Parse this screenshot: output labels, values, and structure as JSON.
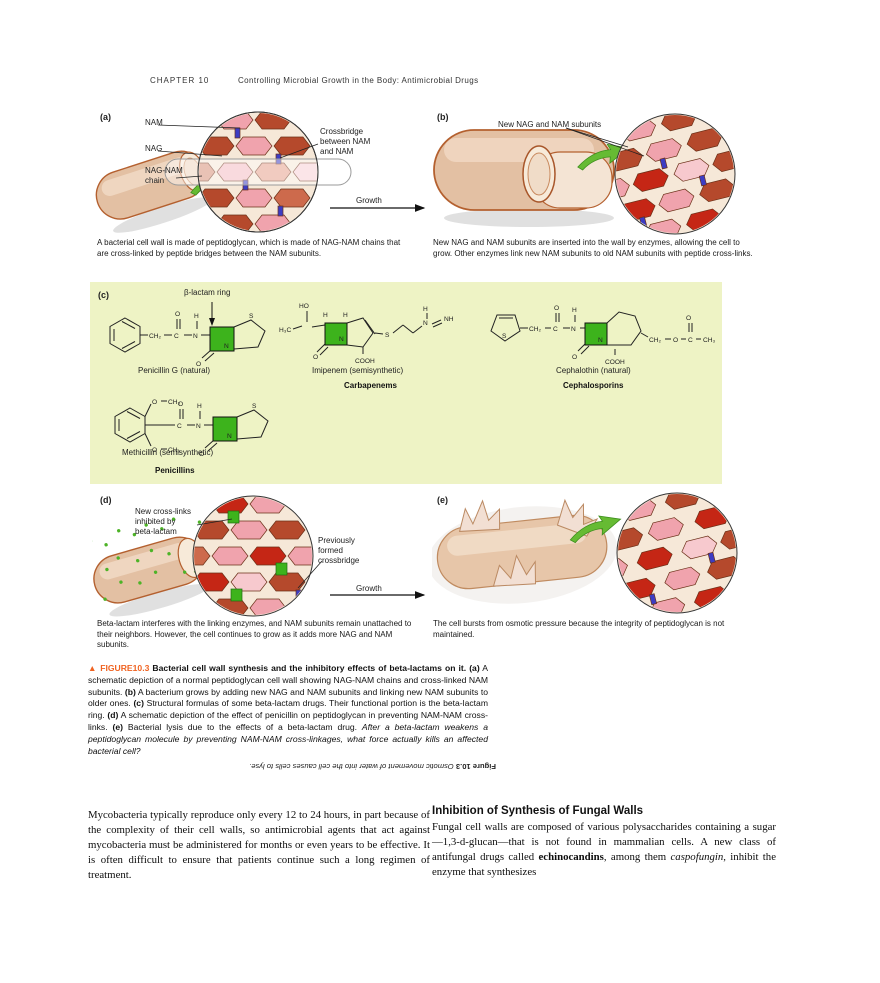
{
  "colors": {
    "accent_orange": "#f06321",
    "panel_c_bg": "#eef3c5",
    "beta_lactam_green": "#3db31c",
    "crossbridge_blue": "#3c3cc4",
    "hex_dark": "#b5492c",
    "hex_red": "#c52615",
    "hex_pink": "#f0a3ad",
    "hex_light_pink": "#f7c9ce",
    "cell_tan": "#e3c0a3",
    "arrow_green": "#66bb33"
  },
  "header": {
    "chapter": "CHAPTER 10",
    "title": "Controlling Microbial Growth in the Body: Antimicrobial Drugs"
  },
  "panel_a": {
    "tag": "(a)",
    "nam": "NAM",
    "nag": "NAG",
    "chain_l1": "NAG-NAM",
    "chain_l2": "chain",
    "crossbridge_l1": "Crossbridge",
    "crossbridge_l2": "between NAM",
    "crossbridge_l3": "and NAM",
    "growth": "Growth",
    "caption": "A bacterial cell wall is made of peptidoglycan, which is made of NAG-NAM chains that are cross-linked by peptide bridges between the NAM subunits."
  },
  "panel_b": {
    "tag": "(b)",
    "new_subunits": "New NAG and NAM subunits",
    "caption": "New NAG and NAM subunits are inserted into the wall by enzymes, allowing the cell to grow. Other enzymes link new NAM subunits to old NAM subunits with peptide cross-links."
  },
  "panel_c": {
    "tag": "(c)",
    "beta_lactam": "β-lactam ring",
    "penicillin_g": {
      "name": "Penicillin G (natural)"
    },
    "imipenem": {
      "name": "Imipenem (semisynthetic)",
      "class_label": "Carbapenems"
    },
    "cephalothin": {
      "name": "Cephalothin (natural)",
      "class_label": "Cephalosporins"
    },
    "methicillin": {
      "name": "Methicillin (semisynthetic)",
      "class_label": "Penicillins"
    },
    "atoms": {
      "pen": {
        "ch2": "CH₂",
        "c": "C",
        "o1": "O",
        "n": "N",
        "h": "H",
        "o2": "O",
        "nring": "N",
        "s": "S"
      },
      "imi": {
        "ho": "HO",
        "h3c": "H₃C",
        "h1": "H",
        "h2": "H",
        "o1": "O",
        "nring": "N",
        "cooh": "COOH",
        "s": "S",
        "h": "H",
        "n": "N",
        "nh": "NH"
      },
      "ceph": {
        "s1": "S",
        "ch2": "CH₂",
        "c": "C",
        "o1": "O",
        "h": "H",
        "n": "N",
        "o2": "O",
        "nring": "N",
        "cooh": "COOH",
        "ch2b": "CH₂",
        "o3": "O",
        "c2": "C",
        "o4": "O",
        "ch3": "CH₃"
      },
      "met": {
        "o1": "O",
        "ch3a": "CH₃",
        "o2": "O",
        "ch3b": "CH₃",
        "c": "C",
        "o3": "O",
        "h": "H",
        "n": "N",
        "o4": "O",
        "nring": "N",
        "s": "S"
      }
    }
  },
  "panel_d": {
    "tag": "(d)",
    "newcl_l1": "New cross-links",
    "newcl_l2": "inhibited by",
    "newcl_l3": "beta-lactam",
    "prev_l1": "Previously",
    "prev_l2": "formed",
    "prev_l3": "crossbridge",
    "growth": "Growth",
    "caption": "Beta-lactam interferes with the linking enzymes, and NAM subunits remain unattached to their neighbors. However, the cell continues to grow as it adds more NAG and NAM subunits."
  },
  "panel_e": {
    "tag": "(e)",
    "caption": "The cell bursts from osmotic pressure because the integrity of peptidoglycan is not maintained."
  },
  "figure_caption": {
    "marker": "▲ FIGURE10.3",
    "title": " Bacterial cell wall synthesis and the inhibitory effects of beta-lactams on it. ",
    "b1": "(a)",
    "t1": " A schematic depiction of a normal peptidoglycan cell wall showing NAG-NAM chains and cross-linked NAM subunits. ",
    "b2": "(b)",
    "t2": " A bacterium grows by adding new NAG and NAM subunits and linking new NAM subunits to older ones. ",
    "b3": "(c)",
    "t3": " Structural formulas of some beta-lactam drugs. Their functional portion is the beta-lactam ring. ",
    "b4": "(d)",
    "t4": " A schematic depiction of the effect of penicillin on peptidoglycan in preventing NAM-NAM cross-links. ",
    "b5": "(e)",
    "t5": " Bacterial lysis due to the effects of a beta-lactam drug. ",
    "question": "After a beta-lactam weakens a peptidoglycan molecule by preventing NAM-NAM cross-linkages, what force actually kills an affected bacterial cell?"
  },
  "answer_line": {
    "figure": "Figure 10.3",
    "text": " Osmotic movement of water into the cell causes cells to lyse."
  },
  "body": {
    "left_paragraph": "Mycobacteria typically reproduce only every 12 to 24 hours, in part because of the complexity of their cell walls, so antimicrobial agents that act against mycobacteria must be administered for months or even years to be effective. It is often difficult to ensure that patients continue such a long regimen of treatment.",
    "right_heading": "Inhibition of Synthesis of Fungal Walls",
    "right_p1": "Fungal cell walls are composed of various polysaccharides containing a sugar—1,3-d-glucan—that is not found in mammalian cells. A new class of antifungal drugs called ",
    "right_bold": "echinocandins",
    "right_p2": ", among them ",
    "right_italic": "caspofungin",
    "right_p3": ", inhibit the enzyme that synthesizes"
  }
}
